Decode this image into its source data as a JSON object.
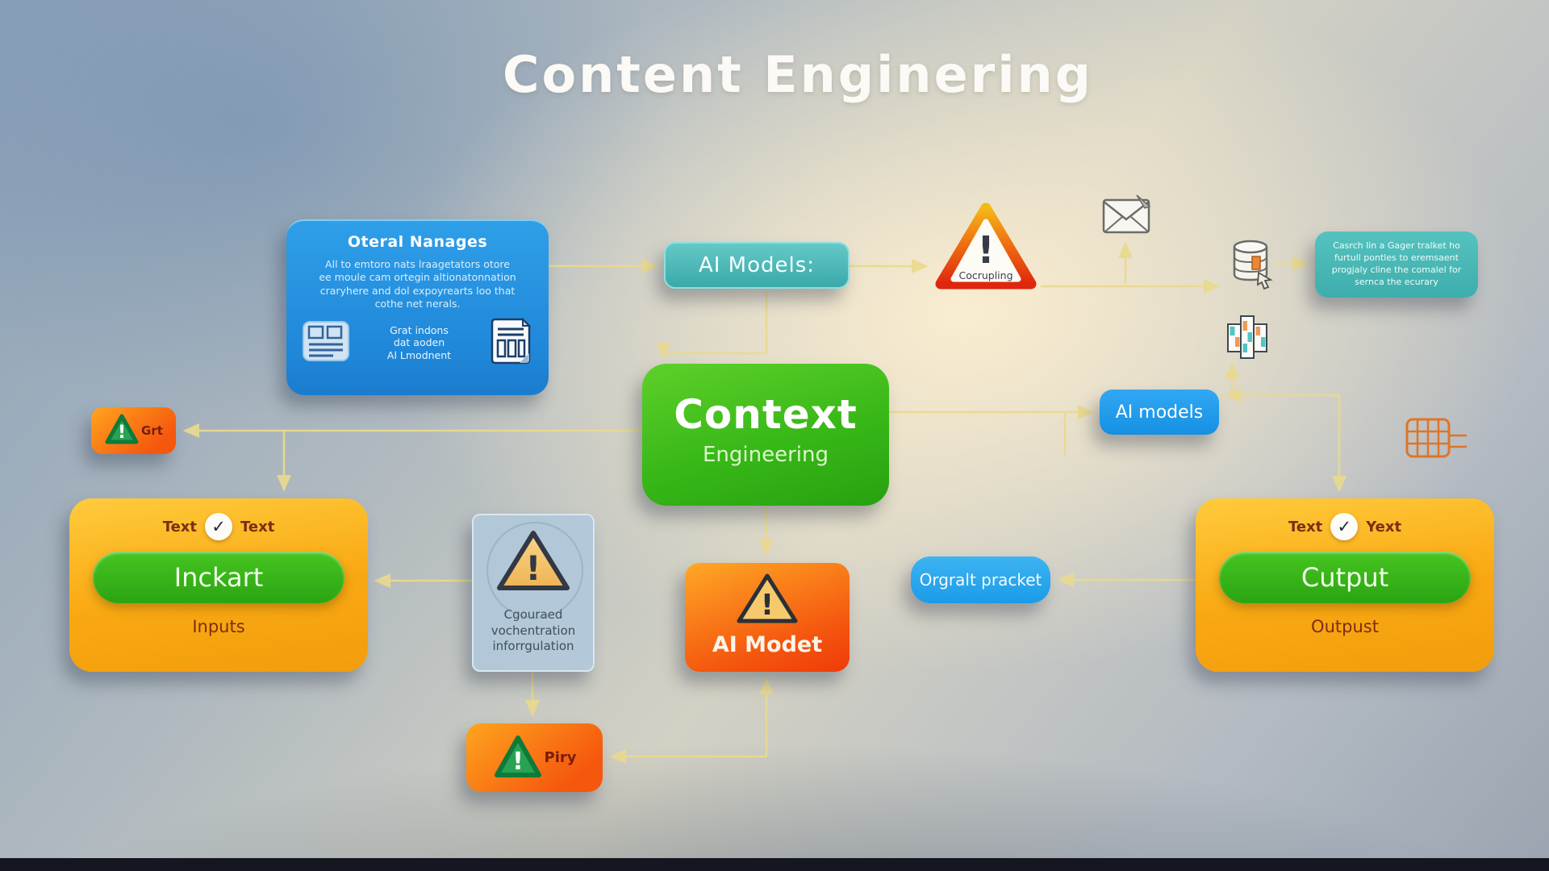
{
  "title": "Content Enginering",
  "colors": {
    "arrow_yellow": "#e9da8e",
    "context_green": "#38b818",
    "io_orange": "#f9a812",
    "alert_red": "#f2430c",
    "model_blue": "#2196e8",
    "teal": "#4ab9b9",
    "info_blue": "#1f86d8"
  },
  "nodes": {
    "info_card": {
      "title": "Oteral Nanages",
      "body_lines": [
        "All to emtoro nats lraagetators otore",
        "ee moule cam ortegin altionatonnation",
        "craryhere and dol expoyrearts loo that",
        "cothe net nerals."
      ],
      "caption_lines": [
        "Grat indons",
        "dat aoden",
        "Al Lmodnent"
      ]
    },
    "ai_models_top": {
      "label": "AI Models:"
    },
    "coupling_warning": {
      "label": "Cocrupling",
      "glyph": "!"
    },
    "knowledge_note": {
      "lines": [
        "Casrch lin a Gager tralket ho",
        "furtull pontles to eremsaent",
        "progjaly cline the comalel for",
        "sernca the ecurary"
      ]
    },
    "ai_models_right": {
      "label": "AI models"
    },
    "context_box": {
      "title": "Context",
      "subtitle": "Engineering"
    },
    "grt_badge": {
      "label": "Grt",
      "glyph": "!"
    },
    "inputs_box": {
      "label_left": "Text",
      "label_right": "Text",
      "check": "✓",
      "button": "Inckart",
      "caption": "Inputs"
    },
    "guard_note": {
      "lines": [
        "Cgouraed",
        "vochentration",
        "inforrgulation"
      ],
      "glyph": "!"
    },
    "ai_model_center": {
      "label": "AI Modet",
      "glyph": "!"
    },
    "packet_box": {
      "label": "Orgralt pracket"
    },
    "outputs_box": {
      "label_left": "Text",
      "label_right": "Yext",
      "check": "✓",
      "button": "Cutput",
      "caption": "Outpust"
    },
    "piry_badge": {
      "label": "Piry",
      "glyph": "!"
    }
  }
}
